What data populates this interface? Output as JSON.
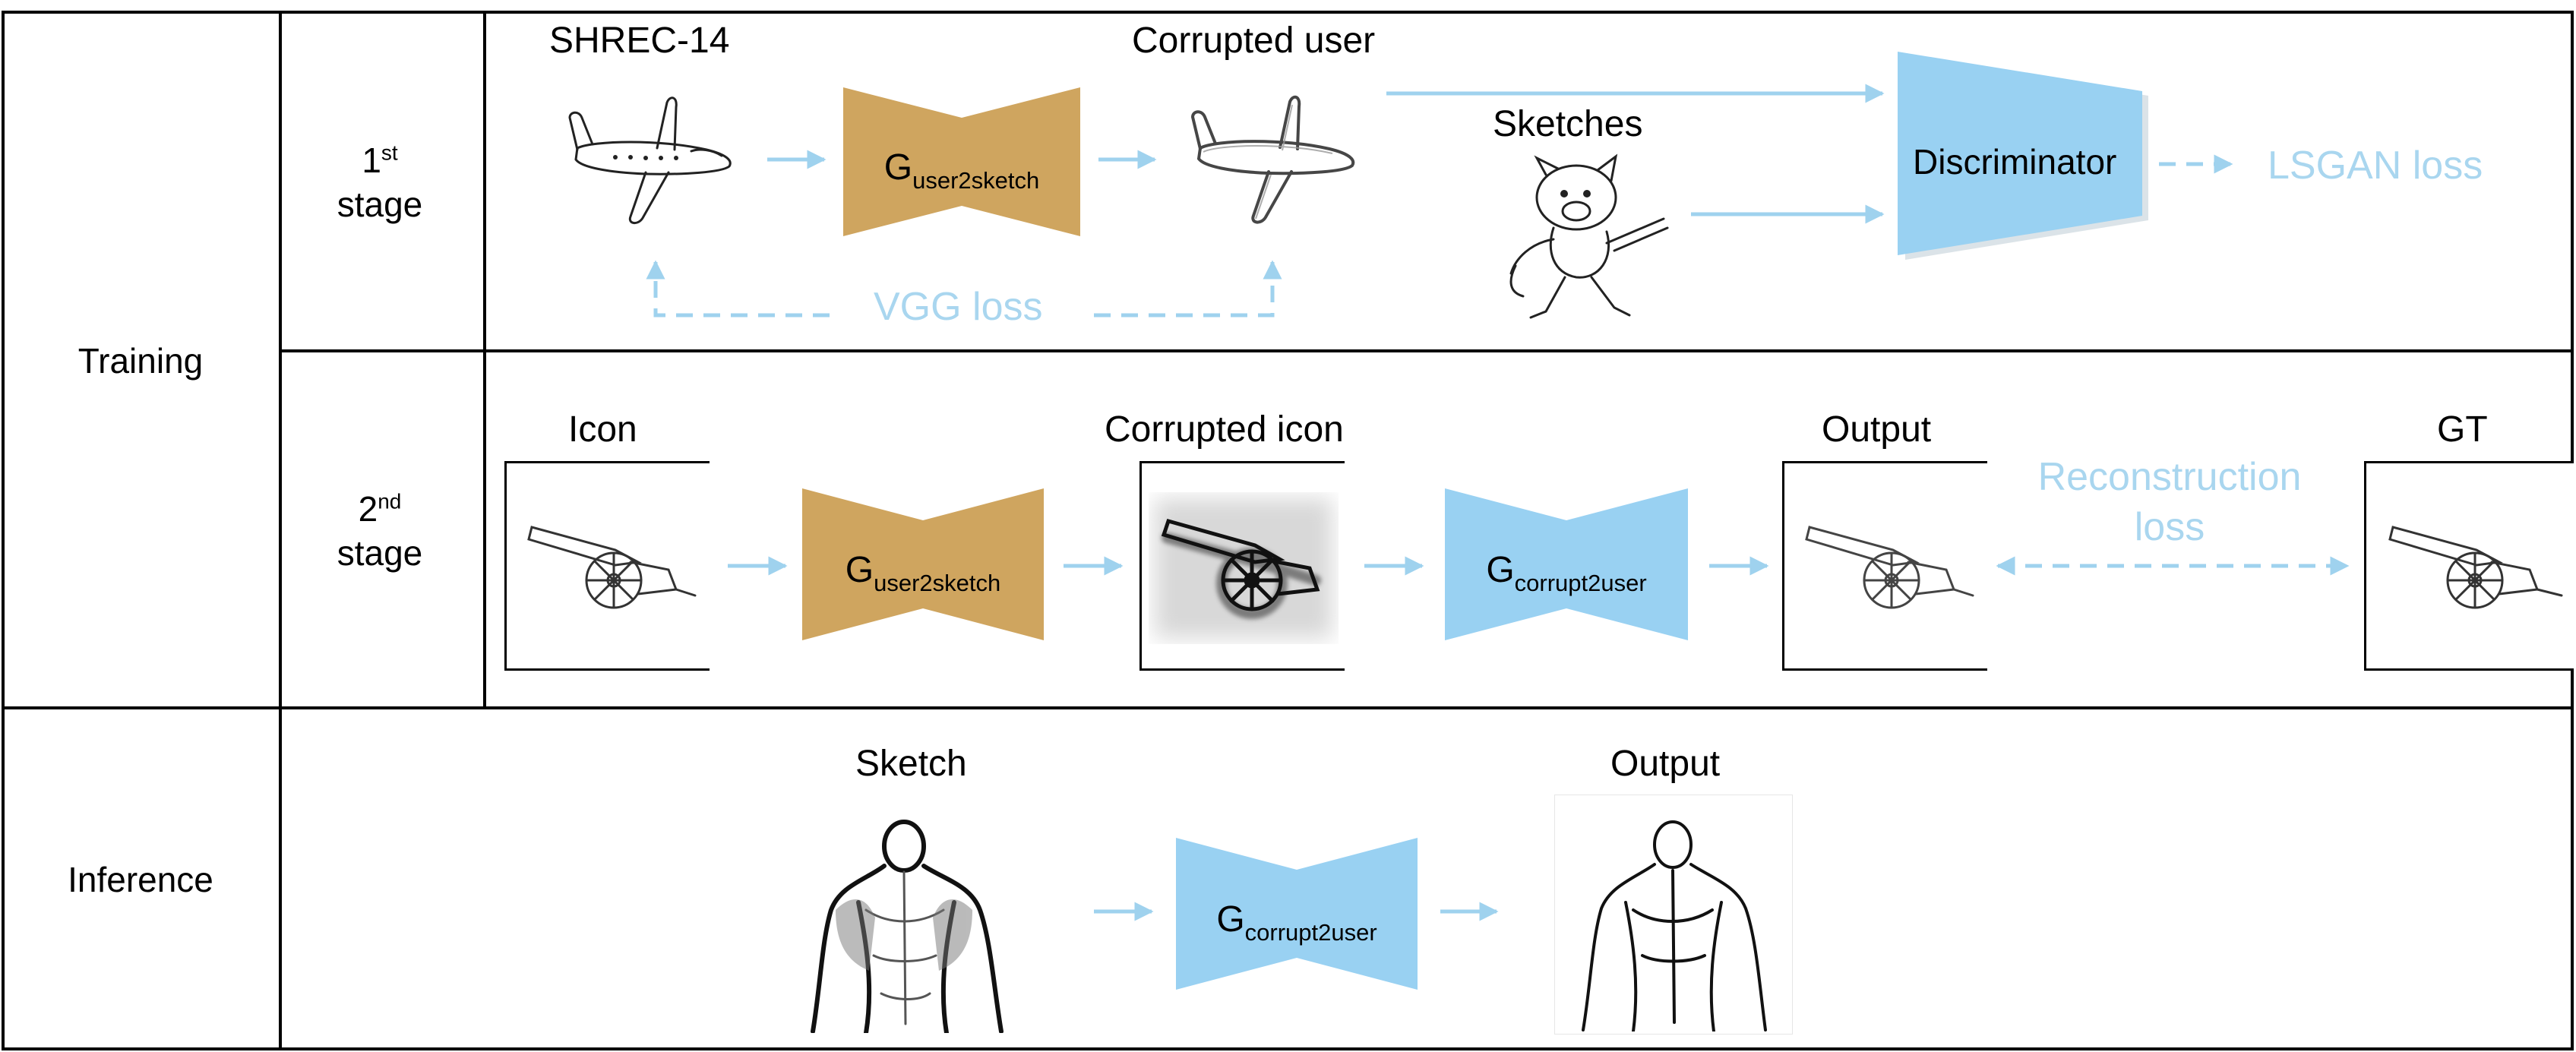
{
  "rows": {
    "training": "Training",
    "inference": "Inference"
  },
  "stages": {
    "first": {
      "num": "1",
      "sup": "st",
      "word": "stage"
    },
    "second": {
      "num": "2",
      "sup": "nd",
      "word": "stage"
    }
  },
  "stage1": {
    "input_label": "SHREC-14",
    "output_label": "Corrupted user",
    "sketches_label": "Sketches",
    "generator": {
      "main": "G",
      "sub": "user2sketch"
    },
    "discriminator": "Discriminator",
    "lsgan_loss": "LSGAN loss",
    "vgg_loss": "VGG loss"
  },
  "stage2": {
    "icon_label": "Icon",
    "corrupted_label": "Corrupted icon",
    "output_label": "Output",
    "gt_label": "GT",
    "generator1": {
      "main": "G",
      "sub": "user2sketch"
    },
    "generator2": {
      "main": "G",
      "sub": "corrupt2user"
    },
    "reconstruction_loss_1": "Reconstruction",
    "reconstruction_loss_2": "loss"
  },
  "inference": {
    "sketch_label": "Sketch",
    "output_label": "Output",
    "generator": {
      "main": "G",
      "sub": "corrupt2user"
    }
  },
  "colors": {
    "tan": "#cfa55f",
    "blue": "#99d1f2",
    "arrow": "#9fd2ee",
    "text_blue": "#a9d6ef"
  }
}
